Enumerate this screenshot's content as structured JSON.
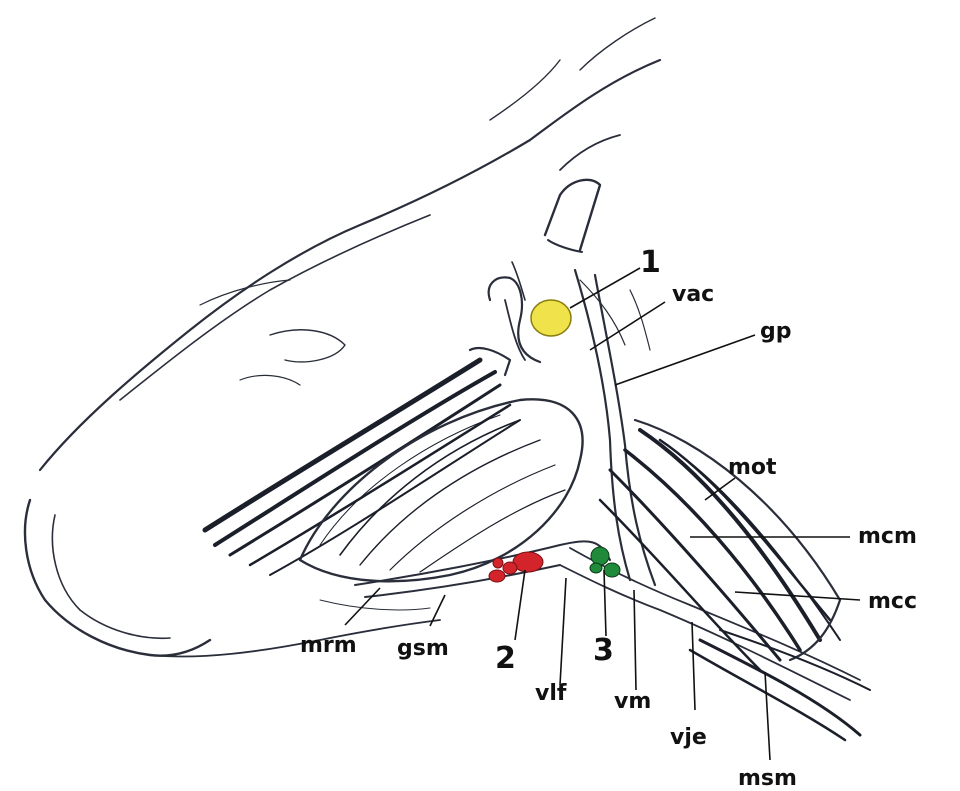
{
  "labels": {
    "n1": "1",
    "vac": "vac",
    "gp": "gp",
    "mot": "mot",
    "mcm": "mcm",
    "mcc": "mcc",
    "mrm": "mrm",
    "gsm": "gsm",
    "n2": "2",
    "n3": "3",
    "vlf": "vlf",
    "vm": "vm",
    "vje": "vje",
    "msm": "msm"
  },
  "colors": {
    "lymph_node_1": "#f0e24a",
    "lymph_node_2": "#d4242b",
    "lymph_node_3": "#1f8a3a",
    "ink": "#1b1f2a"
  }
}
